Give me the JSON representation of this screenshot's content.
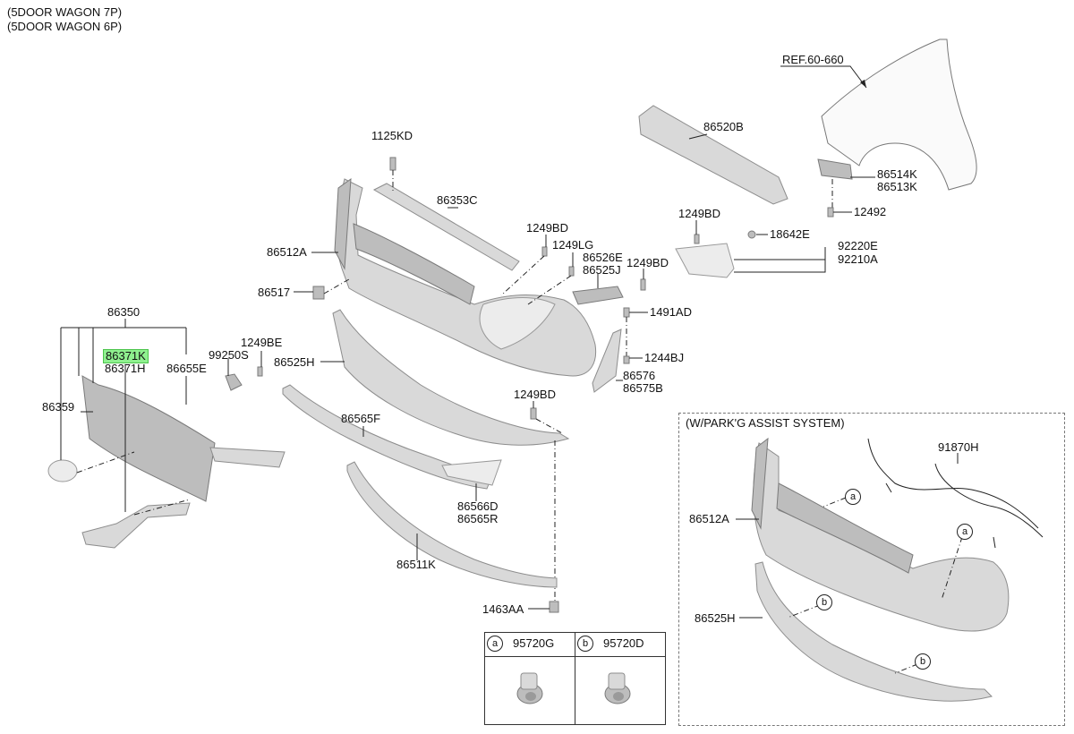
{
  "header": {
    "line1": "(5DOOR WAGON 7P)",
    "line2": "(5DOOR WAGON 6P)"
  },
  "ref_label": "REF.60-660",
  "parts": {
    "p1125KD": "1125KD",
    "p86353C": "86353C",
    "p86520B": "86520B",
    "p86514K": "86514K",
    "p86513K": "86513K",
    "p12492": "12492",
    "p1249BD_a": "1249BD",
    "p1249LG": "1249LG",
    "p86526E": "86526E",
    "p86525J": "86525J",
    "p1249BD_b": "1249BD",
    "p1249BD_c": "1249BD",
    "p18642E": "18642E",
    "p92220E": "92220E",
    "p92210A": "92210A",
    "p86512A": "86512A",
    "p86517": "86517",
    "p1491AD": "1491AD",
    "p86350": "86350",
    "p86371K": "86371K",
    "p86371H": "86371H",
    "p86655E": "86655E",
    "p99250S": "99250S",
    "p1249BE": "1249BE",
    "p86525H": "86525H",
    "p1244BJ": "1244BJ",
    "p86576": "86576",
    "p86575B": "86575B",
    "p86359": "86359",
    "p1249BD_d": "1249BD",
    "p86565F": "86565F",
    "p86566D": "86566D",
    "p86565R": "86565R",
    "p86511K": "86511K",
    "p1463AA": "1463AA"
  },
  "option_box": {
    "title": "(W/PARK'G ASSIST SYSTEM)",
    "p91870H": "91870H",
    "p86512A": "86512A",
    "p86525H": "86525H",
    "marker_a": "a",
    "marker_b": "b"
  },
  "sensor_table": {
    "col_a": {
      "marker": "a",
      "part": "95720G"
    },
    "col_b": {
      "marker": "b",
      "part": "95720D"
    }
  },
  "colors": {
    "highlight": "#8ff08f",
    "part_fill": "#d9d9d9",
    "line": "#222222"
  }
}
